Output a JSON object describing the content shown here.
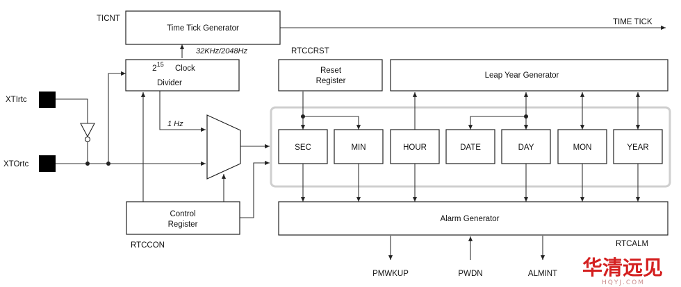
{
  "labels": {
    "ticnt": "TICNT",
    "rtccrst": "RTCCRST",
    "rtccon": "RTCCON",
    "rtcalm": "RTCALM",
    "xtirtc": "XTIrtc",
    "xtortc": "XTOrtc",
    "time_tick_out": "TIME TICK",
    "freq": "32KHz/2048Hz",
    "one_hz": "1 Hz",
    "pmwkup": "PMWKUP",
    "pwdn": "PWDN",
    "almint": "ALMINT"
  },
  "blocks": {
    "time_tick_generator": "Time Tick Generator",
    "clock_divider_base": "2",
    "clock_divider_exp": "15",
    "clock_divider_l1": "Clock",
    "clock_divider_l2": "Divider",
    "control_register_l1": "Control",
    "control_register_l2": "Register",
    "reset_register_l1": "Reset",
    "reset_register_l2": "Register",
    "leap_year_generator": "Leap Year Generator",
    "sec": "SEC",
    "min": "MIN",
    "hour": "HOUR",
    "date": "DATE",
    "day": "DAY",
    "mon": "MON",
    "year": "YEAR",
    "alarm_generator": "Alarm Generator"
  },
  "watermark": {
    "cn": "华清远见",
    "en": "HQYJ.COM"
  },
  "colors": {
    "line": "#333333",
    "watermark": "#d42020"
  }
}
